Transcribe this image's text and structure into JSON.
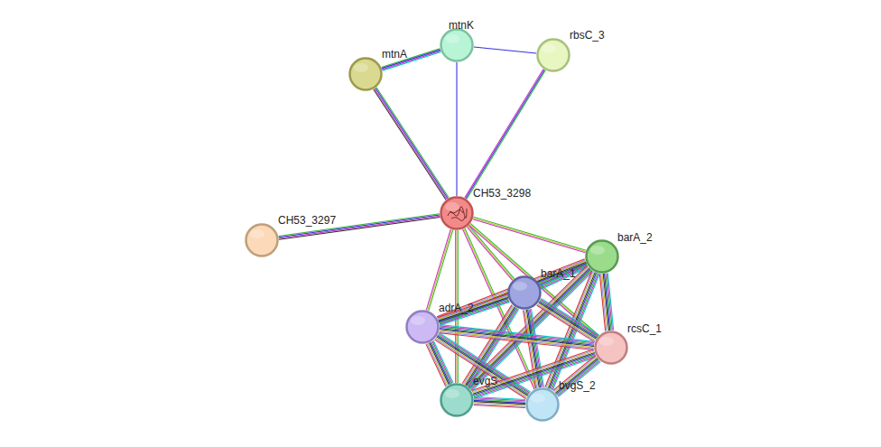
{
  "diagram": {
    "nodes": [
      {
        "text": [
          "mtnK"
        ]
      },
      {
        "text": [
          "rbsC_3"
        ]
      },
      {
        "text": [
          "mtnA"
        ]
      },
      {
        "text": [
          "CH53_3298"
        ]
      },
      {
        "text": [
          "CH53_3297"
        ]
      },
      {
        "text": [
          "barA_2"
        ]
      },
      {
        "text": [
          "barA_1"
        ]
      },
      {
        "text": [
          "adrA_2"
        ]
      },
      {
        "text": [
          "rcsC_1"
        ]
      },
      {
        "text": [
          "evgS"
        ]
      },
      {
        "text": [
          "bvgS_2"
        ]
      }
    ],
    "edges": [
      {
        "from": 2,
        "to": 0,
        "arrow": "none"
      },
      {
        "from": 0,
        "to": 1,
        "arrow": "none"
      },
      {
        "from": 2,
        "to": 3,
        "arrow": "none"
      },
      {
        "from": 0,
        "to": 3,
        "arrow": "none"
      },
      {
        "from": 1,
        "to": 3,
        "arrow": "none"
      },
      {
        "from": 4,
        "to": 3,
        "arrow": "none"
      },
      {
        "from": 3,
        "to": 5,
        "arrow": "none"
      },
      {
        "from": 3,
        "to": 6,
        "arrow": "none"
      },
      {
        "from": 3,
        "to": 7,
        "arrow": "none"
      },
      {
        "from": 3,
        "to": 8,
        "arrow": "none"
      },
      {
        "from": 3,
        "to": 9,
        "arrow": "none"
      },
      {
        "from": 3,
        "to": 10,
        "arrow": "none"
      },
      {
        "from": 5,
        "to": 6,
        "arrow": "none"
      },
      {
        "from": 5,
        "to": 7,
        "arrow": "none"
      },
      {
        "from": 5,
        "to": 8,
        "arrow": "none"
      },
      {
        "from": 5,
        "to": 9,
        "arrow": "none"
      },
      {
        "from": 5,
        "to": 10,
        "arrow": "none"
      },
      {
        "from": 6,
        "to": 7,
        "arrow": "none"
      },
      {
        "from": 6,
        "to": 8,
        "arrow": "none"
      },
      {
        "from": 6,
        "to": 9,
        "arrow": "none"
      },
      {
        "from": 6,
        "to": 10,
        "arrow": "none"
      },
      {
        "from": 7,
        "to": 8,
        "arrow": "none"
      },
      {
        "from": 7,
        "to": 9,
        "arrow": "none"
      },
      {
        "from": 7,
        "to": 10,
        "arrow": "none"
      },
      {
        "from": 8,
        "to": 9,
        "arrow": "none"
      },
      {
        "from": 8,
        "to": 10,
        "arrow": "none"
      },
      {
        "from": 9,
        "to": 10,
        "arrow": "none"
      }
    ]
  }
}
